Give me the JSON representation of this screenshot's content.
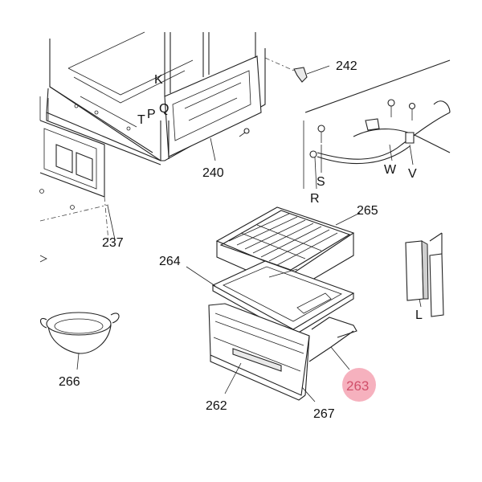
{
  "diagram": {
    "highlight_color": "#f4a3b3",
    "highlight_text_color": "#d0506a",
    "labels": {
      "l242": "242",
      "lK": "K",
      "lT": "T",
      "lP": "P",
      "lQ": "Q",
      "l240": "240",
      "lS": "S",
      "lR": "R",
      "lW": "W",
      "lV": "V",
      "l237": "237",
      "l265": "265",
      "l264": "264",
      "l266": "266",
      "l262": "262",
      "l267": "267",
      "l263": "263",
      "lL": "L"
    }
  }
}
